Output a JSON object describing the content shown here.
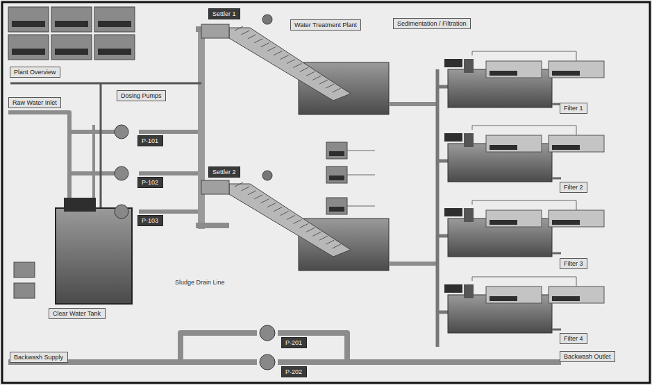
{
  "diagram": {
    "nodes": [
      {
        "text": [
          "Water Treatment Plant"
        ]
      },
      {
        "text": [
          "Sedimentation / Filtration"
        ]
      },
      {
        "text": [
          "Plant Overview"
        ]
      },
      {
        "text": [
          "Raw Water Inlet"
        ]
      },
      {
        "text": [
          "Dosing Pumps"
        ]
      },
      {
        "text": [
          "P-101"
        ]
      },
      {
        "text": [
          "P-102"
        ]
      },
      {
        "text": [
          "P-103"
        ]
      },
      {
        "text": [
          "Settler 1"
        ]
      },
      {
        "text": [
          "Settler 2"
        ]
      },
      {
        "text": [
          "Filter 1"
        ]
      },
      {
        "text": [
          "Filter 2"
        ]
      },
      {
        "text": [
          "Filter 3"
        ]
      },
      {
        "text": [
          "Filter 4"
        ]
      },
      {
        "text": [
          "Backwash Outlet"
        ]
      },
      {
        "text": [
          "Clear Water Tank"
        ]
      },
      {
        "text": [
          "Backwash Supply"
        ]
      },
      {
        "text": [
          "P-201"
        ]
      },
      {
        "text": [
          "P-202"
        ]
      }
    ],
    "labels": [
      "Sludge Drain Line"
    ]
  }
}
